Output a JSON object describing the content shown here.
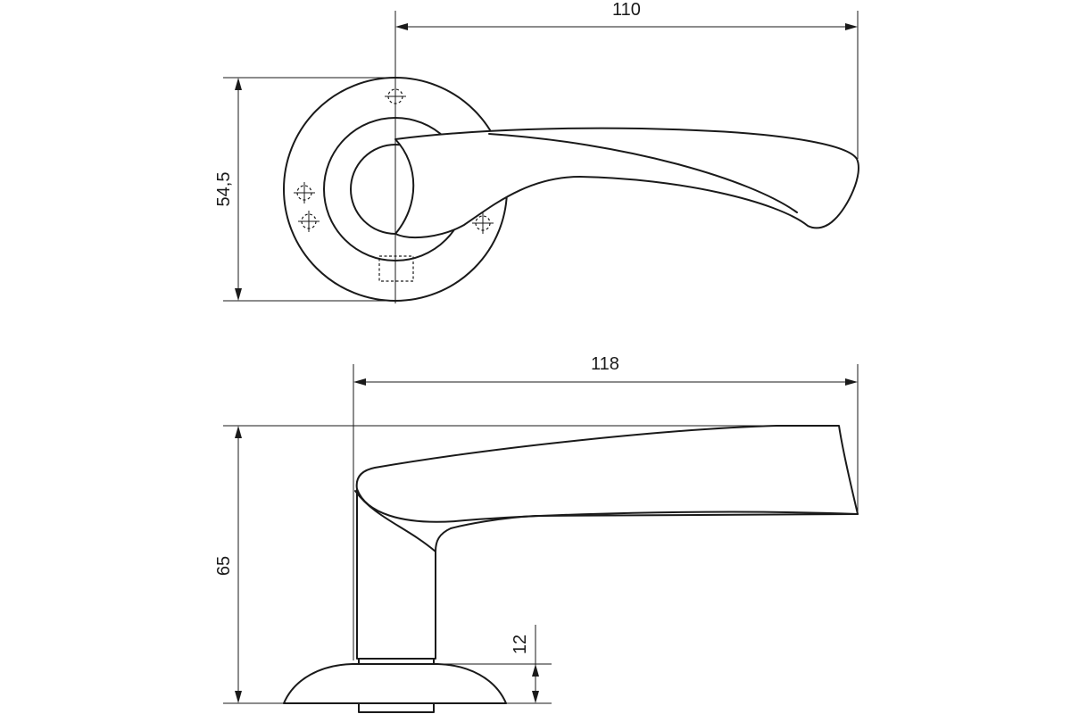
{
  "drawing": {
    "line_color": "#1a1a1a",
    "background": "#ffffff",
    "top_view": {
      "width_label": "110",
      "height_label": "54,5"
    },
    "side_view": {
      "width_label": "118",
      "height_label": "65",
      "rose_label": "12"
    }
  }
}
